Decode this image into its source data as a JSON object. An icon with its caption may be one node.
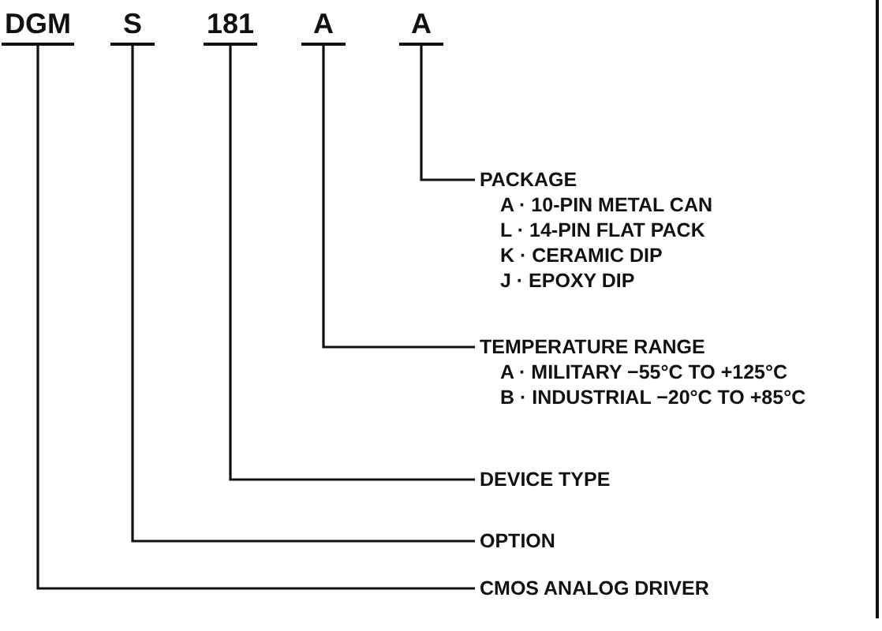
{
  "diagram": {
    "nodes": [
      {
        "text": [
          "DGM"
        ]
      },
      {
        "text": [
          "S"
        ]
      },
      {
        "text": [
          "181"
        ]
      },
      {
        "text": [
          "A"
        ]
      },
      {
        "text": [
          "A"
        ]
      },
      {
        "text": [
          "PACKAGE",
          "A · 10-PIN METAL CAN",
          "L · 14-PIN FLAT PACK",
          "K · CERAMIC DIP",
          "J · EPOXY DIP"
        ]
      },
      {
        "text": [
          "TEMPERATURE RANGE",
          "A · MILITARY −55°C TO +125°C",
          "B · INDUSTRIAL −20°C TO +85°C"
        ]
      },
      {
        "text": [
          "DEVICE TYPE"
        ]
      },
      {
        "text": [
          "OPTION"
        ]
      },
      {
        "text": [
          "CMOS ANALOG DRIVER"
        ]
      }
    ],
    "edges": [
      {
        "from": 4,
        "to": 5,
        "arrow": "none"
      },
      {
        "from": 3,
        "to": 6,
        "arrow": "none"
      },
      {
        "from": 2,
        "to": 7,
        "arrow": "none"
      },
      {
        "from": 1,
        "to": 8,
        "arrow": "none"
      },
      {
        "from": 0,
        "to": 9,
        "arrow": "none"
      }
    ]
  }
}
